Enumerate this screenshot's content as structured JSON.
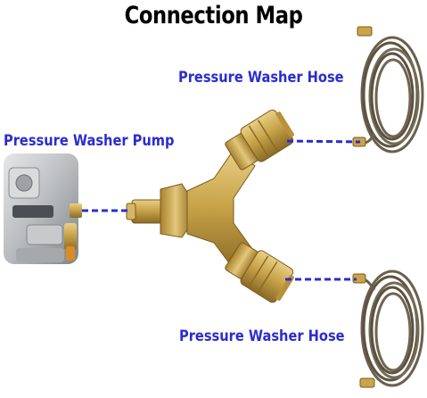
{
  "title": "Connection Map",
  "labels": {
    "hose_top": "Pressure Washer Hose",
    "pump": "Pressure Washer Pump",
    "hose_bottom": "Pressure Washer Hose"
  },
  "colors": {
    "label_text": "#2b2cd0",
    "connector_line": "#2b2cd0",
    "title_text": "#000000",
    "brass": "#c9a44a",
    "hose": "#6b604c",
    "pump_body": "#b9bcbf"
  }
}
